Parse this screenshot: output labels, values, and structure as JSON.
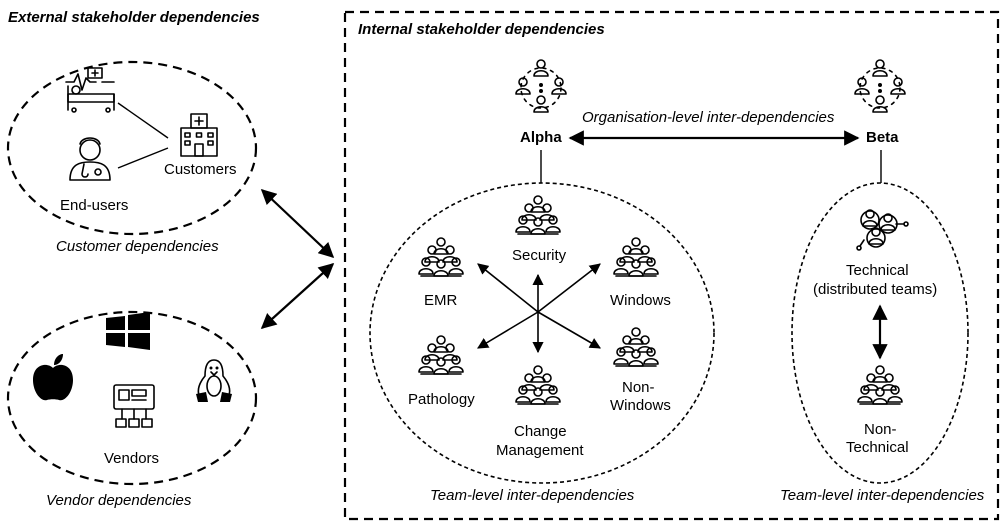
{
  "external": {
    "title": "External stakeholder dependencies",
    "customer_group_label": "Customer dependencies",
    "vendor_group_label": "Vendor dependencies",
    "customers": "Customers",
    "end_users": "End-users",
    "vendors": "Vendors"
  },
  "internal": {
    "title": "Internal stakeholder dependencies",
    "alpha": "Alpha",
    "beta": "Beta",
    "org_level": "Organisation-level inter-dependencies",
    "alpha_team_level": "Team-level inter-dependencies",
    "beta_team_level": "Team-level inter-dependencies",
    "teams": {
      "security": "Security",
      "emr": "EMR",
      "windows": "Windows",
      "pathology": "Pathology",
      "non_windows_1": "Non-",
      "non_windows_2": "Windows",
      "change_1": "Change",
      "change_2": "Management",
      "technical_1": "Technical",
      "technical_2": "(distributed teams)",
      "non_technical_1": "Non-",
      "non_technical_2": "Technical"
    }
  },
  "icons": [
    "patient-bed-icon",
    "doctor-icon",
    "hospital-icon",
    "windows-logo-icon",
    "apple-logo-icon",
    "linux-penguin-icon",
    "hardware-icon",
    "organisation-network-icon",
    "team-icon",
    "distributed-team-icon"
  ]
}
